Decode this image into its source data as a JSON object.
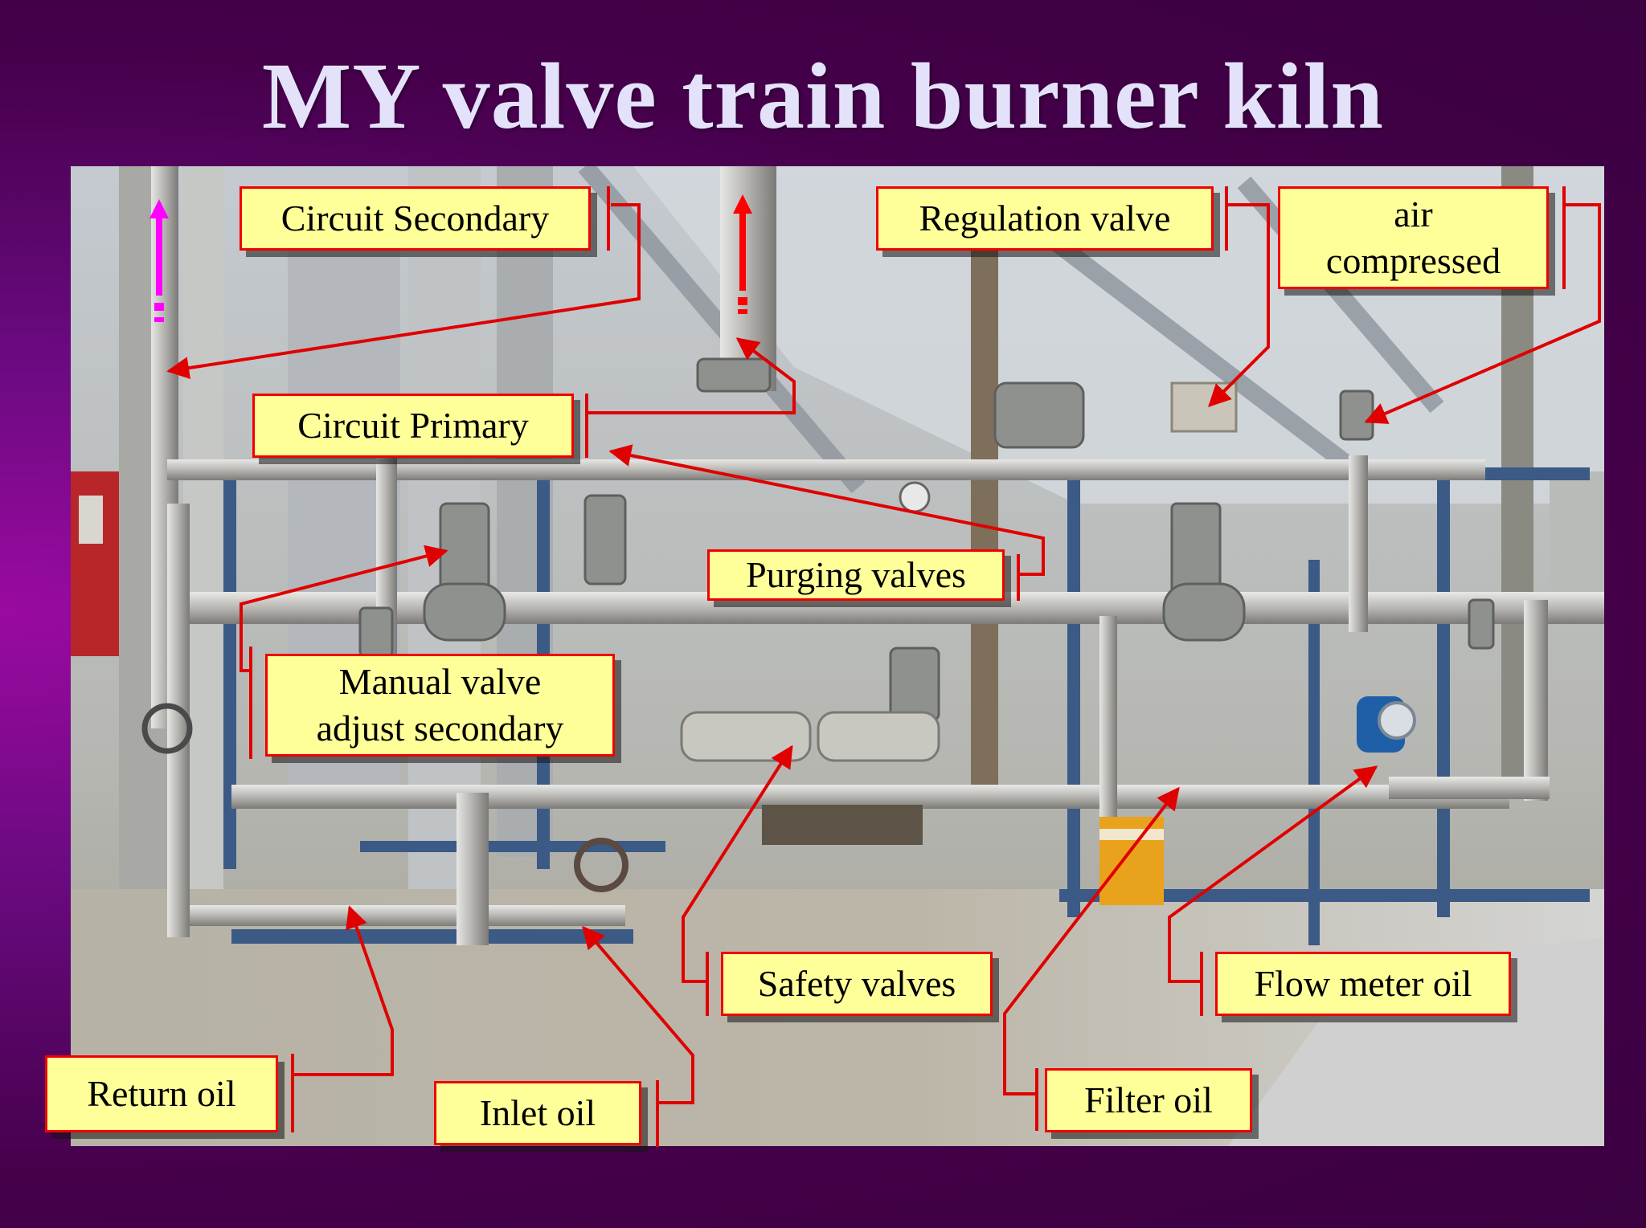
{
  "slide": {
    "title": "MY valve train burner kiln"
  },
  "labels": {
    "circuit_secondary": "Circuit Secondary",
    "regulation_valve": "Regulation valve",
    "air_compressed_1": "air",
    "air_compressed_2": "compressed",
    "circuit_primary": "Circuit Primary",
    "purging_valves": "Purging valves",
    "manual_valve_1": "Manual valve",
    "manual_valve_2": "adjust secondary",
    "safety_valves": "Safety valves",
    "flow_meter_oil": "Flow meter oil",
    "return_oil": "Return oil",
    "inlet_oil": "Inlet oil",
    "filter_oil": "Filter oil"
  },
  "colors": {
    "label_fill": "#ffff99",
    "label_border": "#f00000",
    "callout_line": "#e00000",
    "flow_arrow_secondary": "#ff00ff",
    "flow_arrow_primary": "#ff0000",
    "title_text": "#e4e2fa"
  }
}
